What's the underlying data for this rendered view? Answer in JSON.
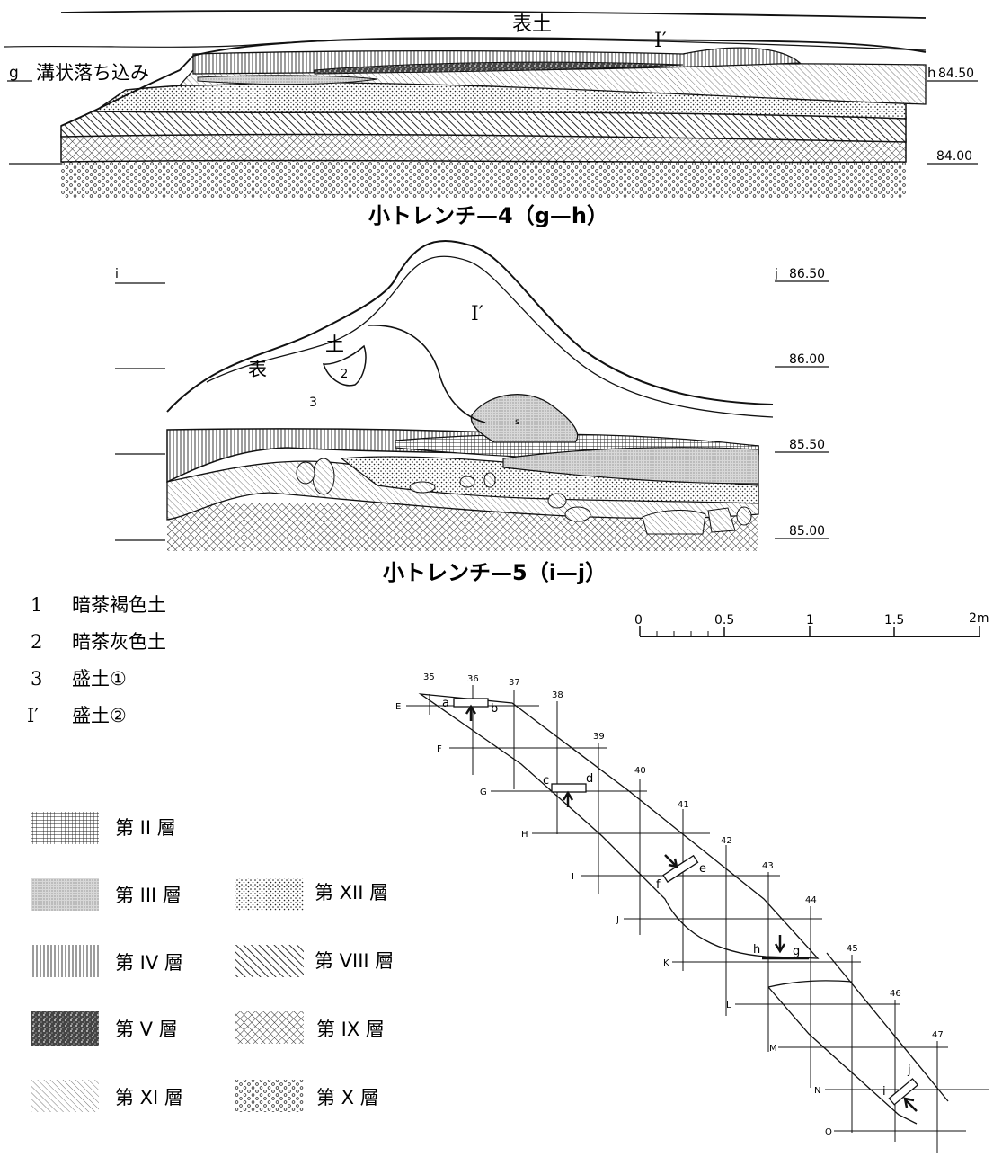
{
  "section_g_h": {
    "title": "小トレンチ—4（g—h）",
    "topsoil_label": "表土",
    "fill_label": "I′",
    "g_label": "g",
    "g_note": "溝状落ち込み",
    "h_label": "h",
    "elev_upper": "84.50",
    "elev_lower": "84.00"
  },
  "section_i_j": {
    "title": "小トレンチ—5（i—j）",
    "i_label": "i",
    "j_label": "j",
    "fill_label": "I′",
    "topsoil_char1": "表",
    "topsoil_char2": "土",
    "num_2": "2",
    "num_3": "3",
    "stone_mark": "s",
    "elevations": [
      "86.50",
      "86.00",
      "85.50",
      "85.00"
    ]
  },
  "soil_legend": [
    {
      "num": "1",
      "text": "暗茶褐色土"
    },
    {
      "num": "2",
      "text": "暗茶灰色土"
    },
    {
      "num": "3",
      "text": "盛土①"
    },
    {
      "num": "I′",
      "text": "盛土②"
    }
  ],
  "layer_legend": [
    {
      "pattern": "grid",
      "label": "第 II 層"
    },
    {
      "pattern": "fine",
      "label": "第 III 層"
    },
    {
      "pattern": "vert",
      "label": "第 IV 層"
    },
    {
      "pattern": "dark",
      "label": "第 V 層"
    },
    {
      "pattern": "diag",
      "label": "第 XI 層"
    },
    {
      "pattern": "dots",
      "label": "第 XII 層"
    },
    {
      "pattern": "diagBold",
      "label": "第 VIII 層"
    },
    {
      "pattern": "cross",
      "label": "第 IX 層"
    },
    {
      "pattern": "circles",
      "label": "第 X 層"
    }
  ],
  "scale_bar": {
    "ticks": [
      "0",
      "0.5",
      "1",
      "1.5",
      "2m"
    ]
  },
  "plan": {
    "columns": [
      "35",
      "36",
      "37",
      "38",
      "39",
      "40",
      "41",
      "42",
      "43",
      "44",
      "45",
      "46",
      "47"
    ],
    "rows": [
      "E",
      "F",
      "G",
      "H",
      "I",
      "J",
      "K",
      "L",
      "M",
      "N",
      "O"
    ],
    "points": [
      "a",
      "b",
      "c",
      "d",
      "e",
      "f",
      "g",
      "h",
      "i",
      "j"
    ]
  }
}
